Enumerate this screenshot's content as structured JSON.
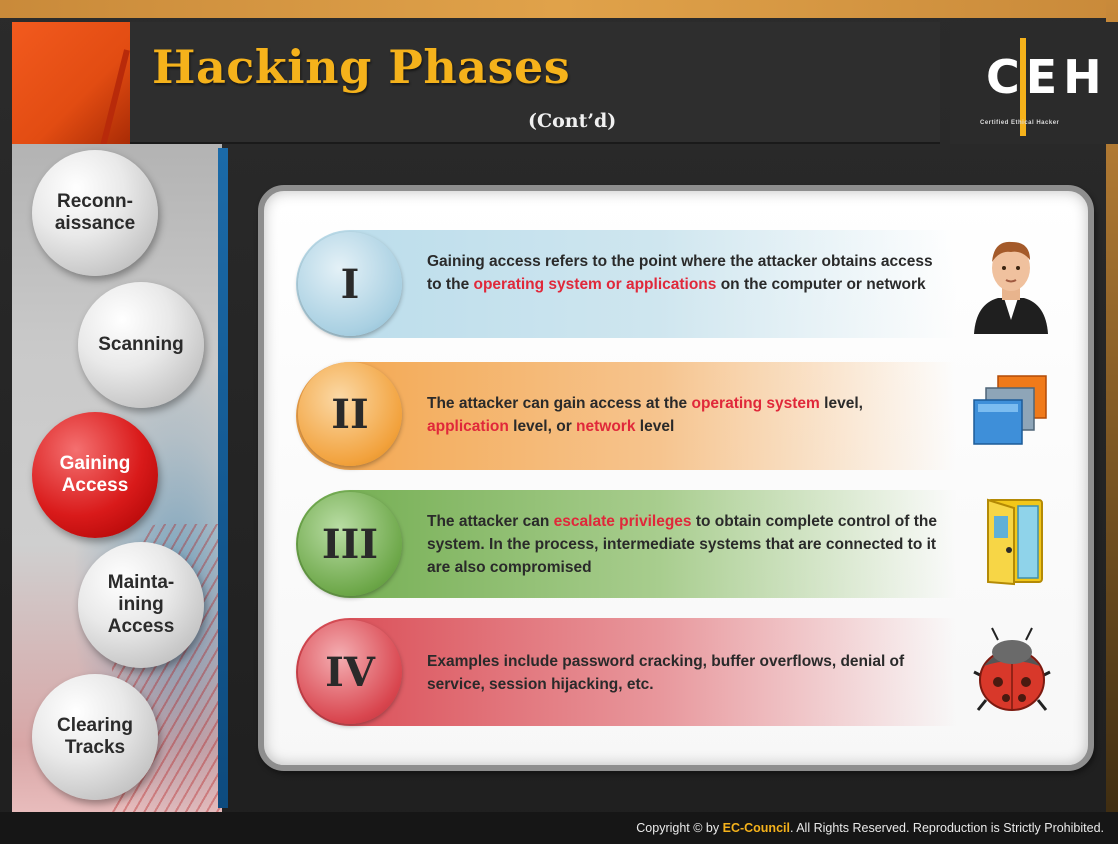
{
  "header": {
    "title": "Hacking Phases",
    "subtitle": "(Cont’d)"
  },
  "logo": {
    "letters": "CEH",
    "tagline": "Certified  Ethical  Hacker"
  },
  "sidebar": {
    "phases": [
      {
        "label": "Reconn-\naissance",
        "active": false
      },
      {
        "label": "Scanning",
        "active": false
      },
      {
        "label": "Gaining\nAccess",
        "active": true
      },
      {
        "label": "Mainta-\nining\nAccess",
        "active": false
      },
      {
        "label": "Clearing\nTracks",
        "active": false
      }
    ]
  },
  "content": {
    "rows": [
      {
        "numeral": "I",
        "color": "#a9d0e2",
        "icon": "person-icon",
        "text_before": "Gaining access refers to the point where the attacker obtains access to the ",
        "highlight_1": "operating system or applications",
        "text_after": " on the computer or network"
      },
      {
        "numeral": "II",
        "color": "#f2a23d",
        "icon": "stacked-windows-icon",
        "text_before": "The attacker can gain access at the ",
        "highlight_1": "operating system",
        "text_mid": " level, ",
        "highlight_2": "application",
        "text_mid2": " level, or ",
        "highlight_3": "network",
        "text_after": " level"
      },
      {
        "numeral": "III",
        "color": "#6ea84a",
        "icon": "open-door-icon",
        "text_before": "The attacker can ",
        "highlight_1": "escalate privileges",
        "text_after": " to obtain complete control of the system. In the process, intermediate systems that are connected to it are also compromised"
      },
      {
        "numeral": "IV",
        "color": "#d9464f",
        "icon": "ladybug-icon",
        "text": "Examples include password cracking, buffer overflows, denial of service, session hijacking,  etc."
      }
    ],
    "highlight_color": "#e0283a"
  },
  "footer": {
    "prefix": "Copyright © by ",
    "brand": "EC-Council",
    "suffix": ". All Rights Reserved. Reproduction is Strictly Prohibited."
  }
}
